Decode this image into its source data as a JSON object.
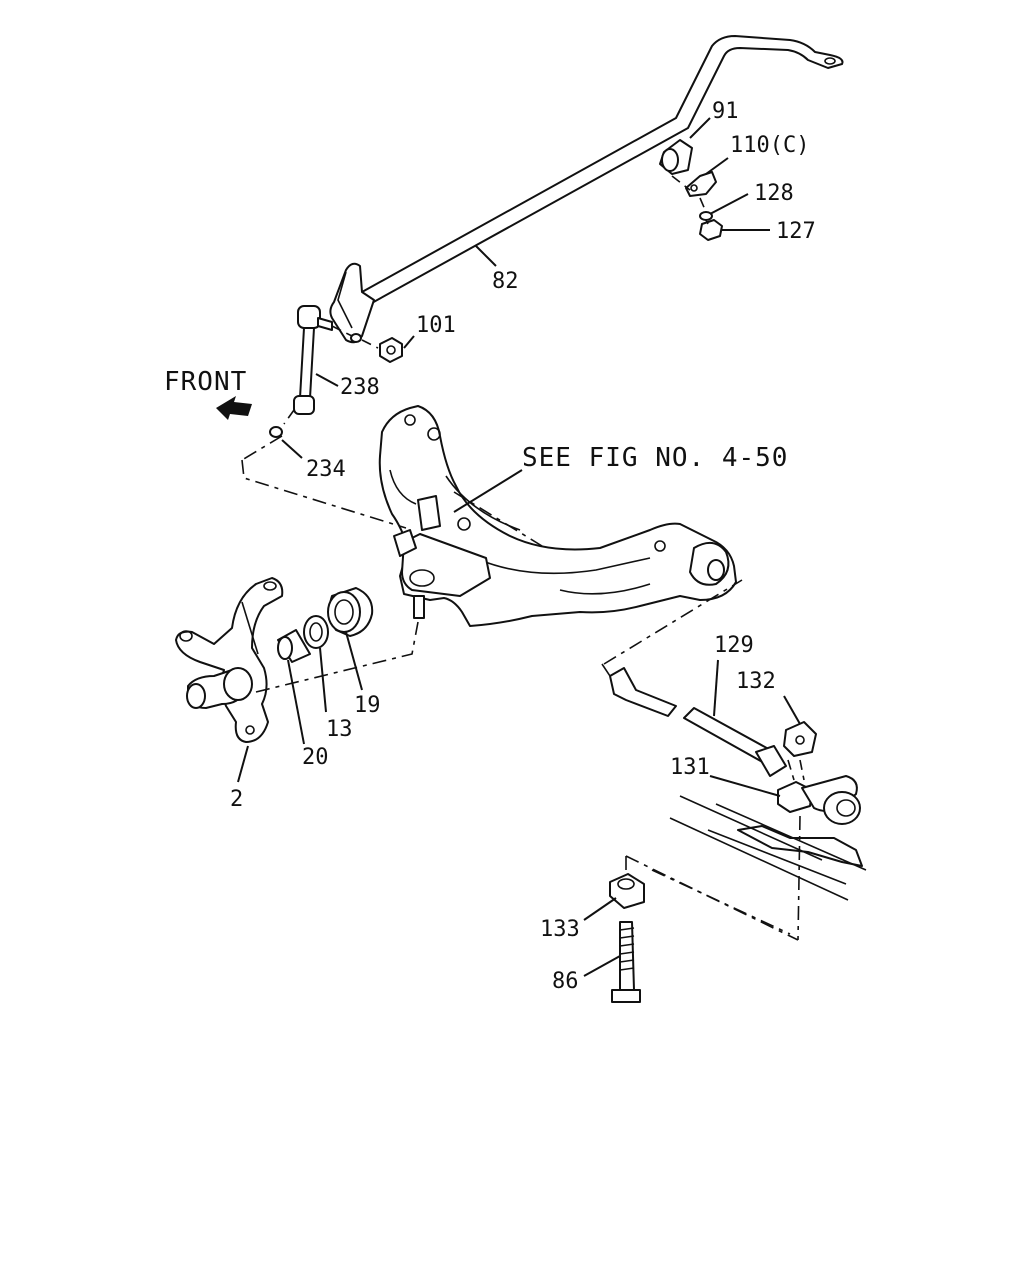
{
  "labels": {
    "front": "FRONT",
    "see_fig": "SEE FIG NO. 4-50",
    "p91": "91",
    "p110c": "110(C)",
    "p128": "128",
    "p127": "127",
    "p82": "82",
    "p101": "101",
    "p238": "238",
    "p234": "234",
    "p129": "129",
    "p132": "132",
    "p131": "131",
    "p19": "19",
    "p13": "13",
    "p20": "20",
    "p2": "2",
    "p133": "133",
    "p86": "86"
  }
}
